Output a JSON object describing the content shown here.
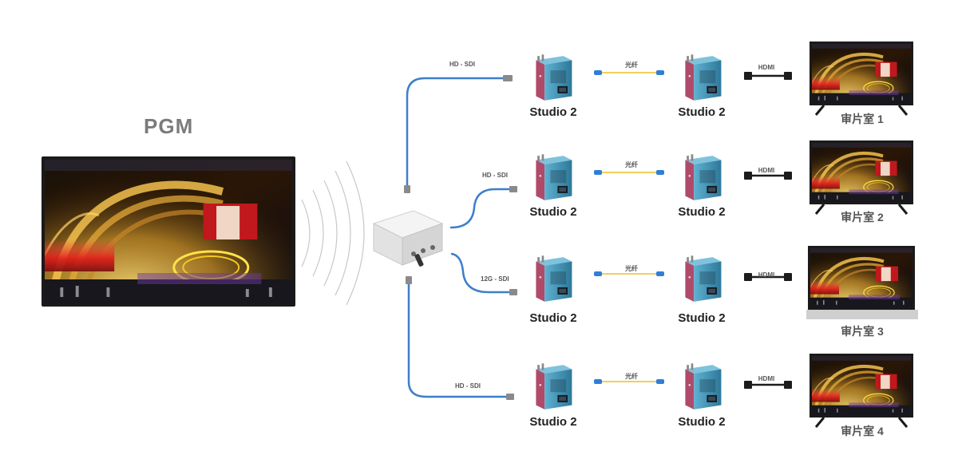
{
  "title": "PGM",
  "sdi_labels": [
    "HD - SDI",
    "HD - SDI",
    "12G - SDI",
    "HD - SDI"
  ],
  "rows": [
    {
      "device_a": "Studio 2",
      "fiber": "光纤",
      "device_b": "Studio 2",
      "hdmi": "HDMI",
      "room": "审片室 1"
    },
    {
      "device_a": "Studio 2",
      "fiber": "光纤",
      "device_b": "Studio 2",
      "hdmi": "HDMI",
      "room": "审片室 2"
    },
    {
      "device_a": "Studio 2",
      "fiber": "光纤",
      "device_b": "Studio 2",
      "hdmi": "HDMI",
      "room": "审片室 3"
    },
    {
      "device_a": "Studio 2",
      "fiber": "光纤",
      "device_b": "Studio 2",
      "hdmi": "HDMI",
      "room": "审片室 4"
    }
  ],
  "colors": {
    "sdi_cable": "#3d7fc9",
    "fiber": "#f2cf5a",
    "fiber_connector": "#2f7fd8",
    "hdmi": "#1c1c1c",
    "device_body": "#3f94b8",
    "tv_frame": "#1a1a1a"
  }
}
